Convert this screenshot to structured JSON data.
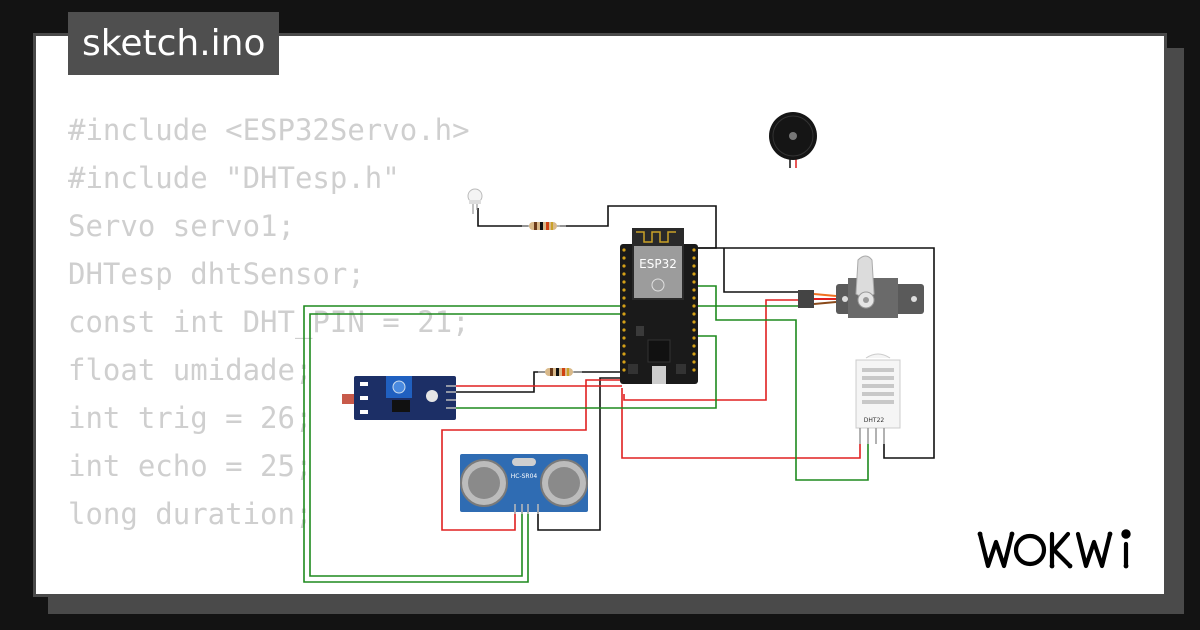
{
  "tab": {
    "filename": "sketch.ino"
  },
  "code_lines": [
    "#include <ESP32Servo.h>",
    "#include \"DHTesp.h\"",
    "",
    "Servo servo1;",
    "DHTesp dhtSensor;",
    "",
    "const int DHT_PIN = 21;",
    "float umidade;",
    "int trig = 26;",
    "int echo = 25;",
    "long duration;"
  ],
  "circuit": {
    "mcu_label": "ESP32",
    "ultrasonic_label": "HC-SR04",
    "dht_label": "DHT22",
    "wire_colors": {
      "black": "#111111",
      "red": "#e02020",
      "green": "#1e8a1e",
      "orange": "#f07020"
    }
  },
  "brand": {
    "logo_text": "WOKWI"
  }
}
